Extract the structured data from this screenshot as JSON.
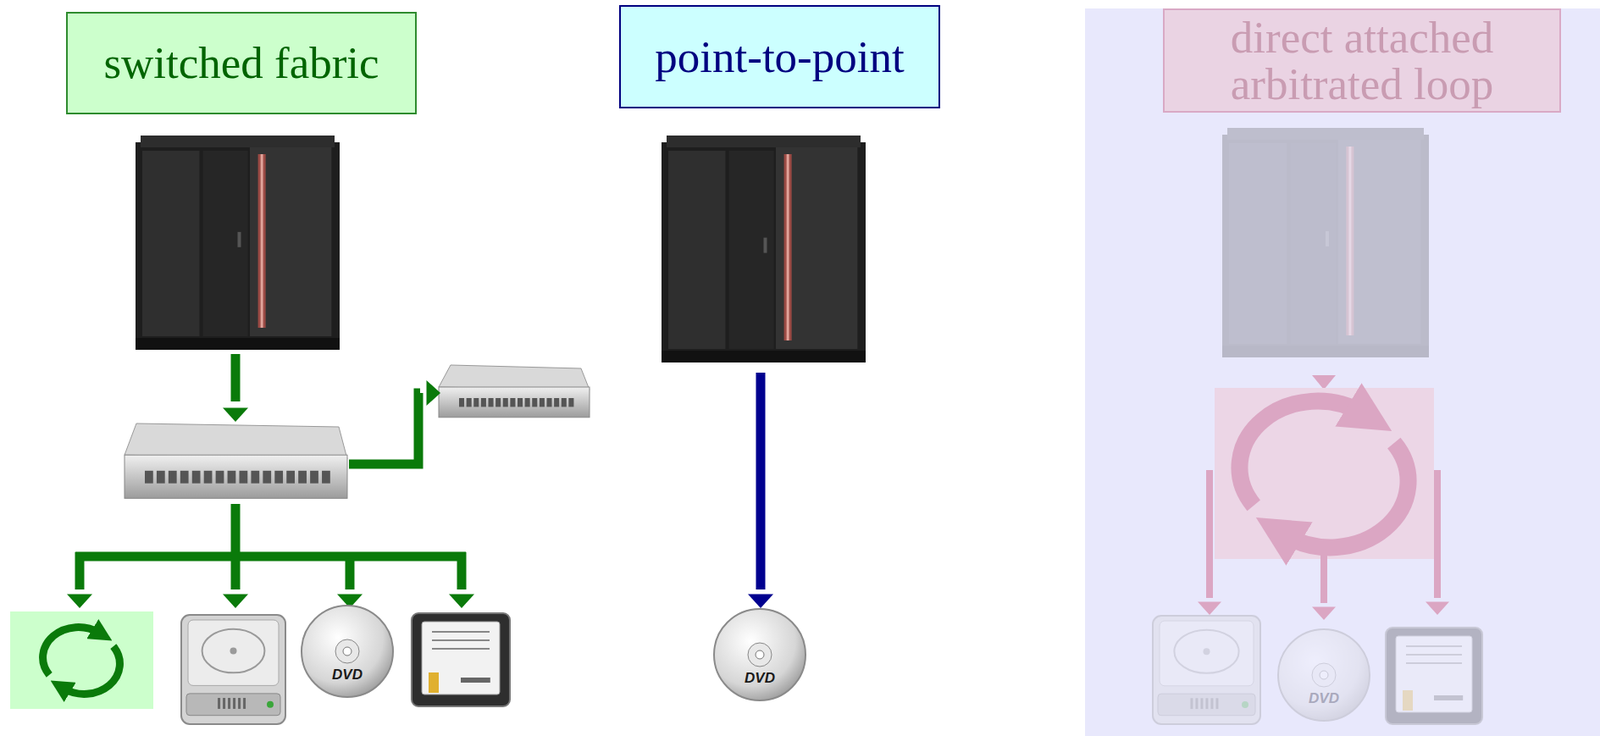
{
  "diagram": {
    "nodes": [
      {
        "text": [
          "switched fabric"
        ]
      },
      {
        "text": [
          "point-to-point"
        ]
      },
      {
        "text": [
          "direct attached arbitrated loop"
        ]
      }
    ],
    "labels": [
      "DVD",
      "DVD",
      "DVD"
    ]
  }
}
